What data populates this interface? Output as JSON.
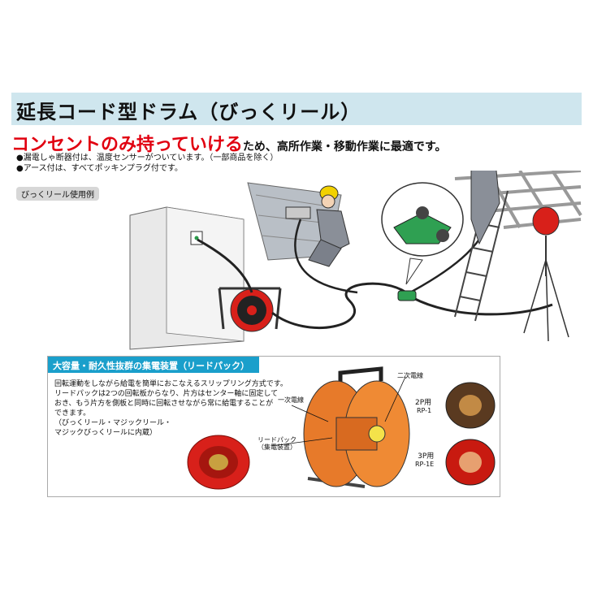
{
  "header": {
    "title": "延長コード型ドラム（びっくリール）"
  },
  "headline": {
    "emphasis": "コンセントのみ持っていける",
    "rest": "ため、高所作業・移動作業に最適です。"
  },
  "bullets": [
    "●漏電しゃ断器付は、温度センサーがついています。（一部商品を除く）",
    "●アース付は、すべてポッキンプラグ付です。"
  ],
  "example_label": "びっくリール使用例",
  "detail": {
    "heading": "大容量・耐久性抜群の集電装置（リードパック）",
    "lines": [
      "回転運動をしながら給電を簡単におこなえるスリップリング方式です。",
      "リードパックは2つの回転板からなり、片方はセンター軸に固定して",
      "おき、もう片方を側板と同時に回転させながら常に給電することが",
      "できます。",
      "（びっくリール・マジックリール・",
      "マジックびっくリールに内蔵）"
    ],
    "callouts": {
      "primary": "一次電線",
      "secondary": "二次電線",
      "leadpack_1": "リードパック",
      "leadpack_2": "（集電装置）"
    },
    "models": [
      {
        "name": "2P用",
        "code": "RP-1"
      },
      {
        "name": "3P用",
        "code": "RP-1E"
      }
    ]
  }
}
